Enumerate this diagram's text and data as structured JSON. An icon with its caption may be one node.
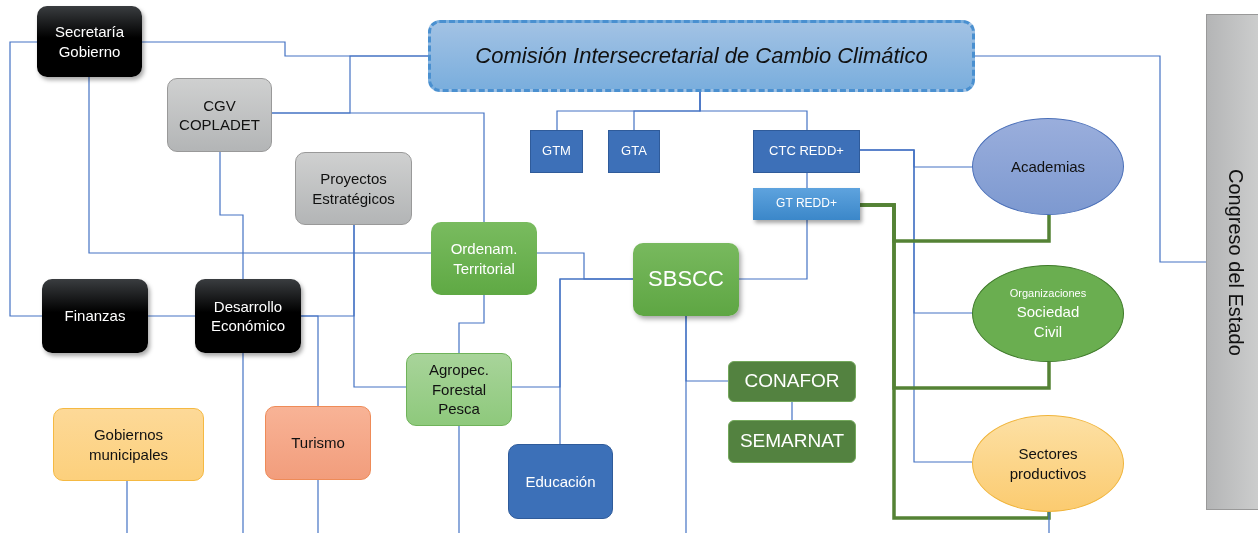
{
  "diagram": {
    "nodes": [
      {
        "text": [
          "Secretaría Gobierno"
        ]
      },
      {
        "text": [
          "Comisión Intersecretarial de Cambio Climático"
        ]
      },
      {
        "text": [
          "CGV COPLADET"
        ]
      },
      {
        "text": [
          "Proyectos Estratégicos"
        ]
      },
      {
        "text": [
          "GTM"
        ]
      },
      {
        "text": [
          "GTA"
        ]
      },
      {
        "text": [
          "CTC REDD+"
        ]
      },
      {
        "text": [
          "GT REDD+"
        ]
      },
      {
        "text": [
          "Academias"
        ]
      },
      {
        "text": [
          "Ordenam. Territorial"
        ]
      },
      {
        "text": [
          "SBSCC"
        ]
      },
      {
        "text": [
          "Finanzas"
        ]
      },
      {
        "text": [
          "Desarrollo Económico"
        ]
      },
      {
        "text": [
          "Organizaciones",
          "Sociedad Civil"
        ]
      },
      {
        "text": [
          "Agropec. Forestal Pesca"
        ]
      },
      {
        "text": [
          "CONAFOR"
        ]
      },
      {
        "text": [
          "Gobiernos municipales"
        ]
      },
      {
        "text": [
          "Turismo"
        ]
      },
      {
        "text": [
          "SEMARNAT"
        ]
      },
      {
        "text": [
          "Educación"
        ]
      },
      {
        "text": [
          "Sectores productivos"
        ]
      },
      {
        "text": [
          "Congreso del Estado"
        ]
      }
    ],
    "edges": [
      {
        "from": 0,
        "to": 1,
        "arrow": "none"
      },
      {
        "from": 0,
        "to": 11,
        "arrow": "none"
      },
      {
        "from": 0,
        "to": 9,
        "arrow": "none"
      },
      {
        "from": 2,
        "to": 1,
        "arrow": "none"
      },
      {
        "from": 2,
        "to": 9,
        "arrow": "none"
      },
      {
        "from": 2,
        "to": 12,
        "arrow": "none"
      },
      {
        "from": 11,
        "to": 12,
        "arrow": "none"
      },
      {
        "from": 3,
        "to": 12,
        "arrow": "none"
      },
      {
        "from": 3,
        "to": 14,
        "arrow": "none"
      },
      {
        "from": 12,
        "to": 17,
        "arrow": "none"
      },
      {
        "from": 9,
        "to": 14,
        "arrow": "none"
      },
      {
        "from": 9,
        "to": 10,
        "arrow": "none"
      },
      {
        "from": 14,
        "to": 10,
        "arrow": "none"
      },
      {
        "from": 19,
        "to": 10,
        "arrow": "none"
      },
      {
        "from": 10,
        "to": 7,
        "arrow": "none"
      },
      {
        "from": 6,
        "to": 7,
        "arrow": "none"
      },
      {
        "from": 10,
        "to": 15,
        "arrow": "none"
      },
      {
        "from": 15,
        "to": 18,
        "arrow": "none"
      },
      {
        "from": 1,
        "to": 4,
        "arrow": "none"
      },
      {
        "from": 1,
        "to": 5,
        "arrow": "none"
      },
      {
        "from": 1,
        "to": 6,
        "arrow": "none"
      },
      {
        "from": 1,
        "to": 21,
        "arrow": "none"
      },
      {
        "from": 6,
        "to": 8,
        "arrow": "none"
      },
      {
        "from": 6,
        "to": 13,
        "arrow": "none"
      },
      {
        "from": 6,
        "to": 20,
        "arrow": "none"
      },
      {
        "from": 7,
        "to": 8,
        "arrow": "none",
        "style": "thick",
        "color": "#548235"
      },
      {
        "from": 7,
        "to": 13,
        "arrow": "none",
        "style": "thick",
        "color": "#548235"
      },
      {
        "from": 7,
        "to": 20,
        "arrow": "none",
        "style": "thick",
        "color": "#548235"
      },
      {
        "from": 16,
        "to": null,
        "arrow": "none"
      },
      {
        "from": 12,
        "to": null,
        "arrow": "none"
      },
      {
        "from": 17,
        "to": null,
        "arrow": "none"
      },
      {
        "from": 14,
        "to": null,
        "arrow": "none"
      },
      {
        "from": 10,
        "to": null,
        "arrow": "none"
      },
      {
        "from": 20,
        "to": null,
        "arrow": "none"
      }
    ]
  }
}
